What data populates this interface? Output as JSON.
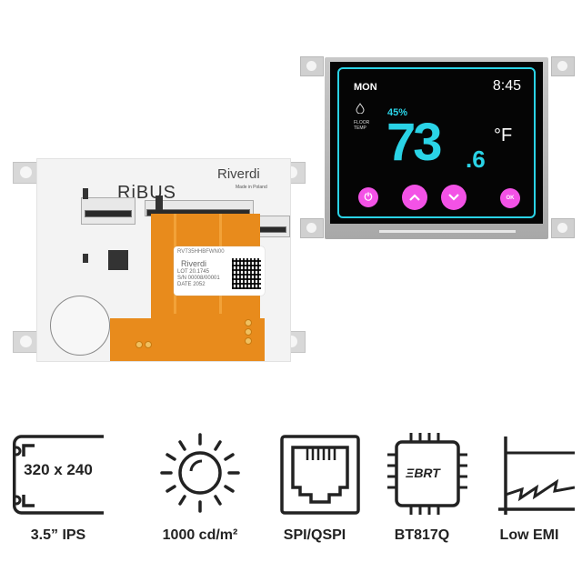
{
  "product": {
    "pcb": {
      "logo_ribus": "RiBUS",
      "logo_riverdi": "Riverdi",
      "made_in": "Made in Poland",
      "label": {
        "model": "RVT35HHBFWN00",
        "brand": "Riverdi",
        "lot": "LOT 20.1745",
        "serial": "S/N 00008/00001",
        "date": "DATE 2052"
      }
    },
    "display": {
      "day": "MON",
      "time": "8:45",
      "humidity": "45%",
      "floor_label_1": "FLOOR",
      "floor_label_2": "TEMP",
      "temperature_int": "73",
      "temperature_dec": ".6",
      "unit": "°F",
      "buttons": {
        "power": "⏻",
        "up": "︿",
        "down": "﹀",
        "ok": "OK"
      },
      "colors": {
        "accent_cyan": "#2ad3e6",
        "button_magenta": "#f352e6",
        "screen_bg": "#050505"
      }
    }
  },
  "features": [
    {
      "icon": "resolution-icon",
      "icon_text": "320 x 240",
      "label": "3.5” IPS"
    },
    {
      "icon": "brightness-sun-icon",
      "label": "1000 cd/m²"
    },
    {
      "icon": "interface-port-icon",
      "label": "SPI/QSPI"
    },
    {
      "icon": "chip-icon",
      "icon_text": "ΞBRT",
      "label": "BT817Q"
    },
    {
      "icon": "emi-graph-icon",
      "label": "Low EMI"
    }
  ]
}
